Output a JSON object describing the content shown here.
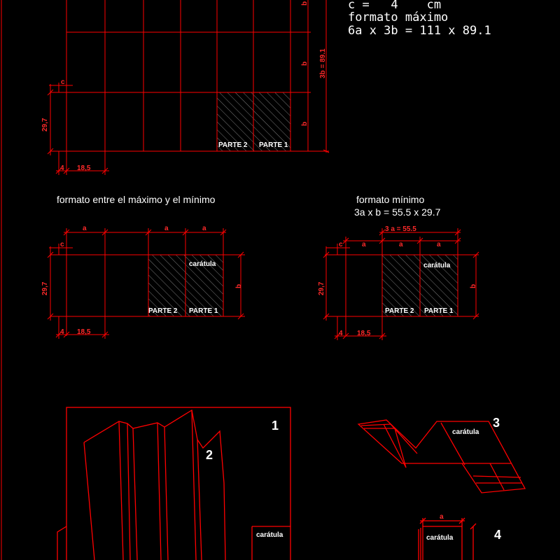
{
  "notes": {
    "line1": "c =   4    cm",
    "line2": "formato máximo",
    "line3": "6a x 3b = 111 x 89.1"
  },
  "headings": {
    "between": "formato entre el máximo y el mínimo",
    "minimum_title": "formato mínimo",
    "minimum_formula": "3a x b = 55.5 x 29.7"
  },
  "dims": {
    "a": "a",
    "b": "b",
    "c": "c",
    "h297": "29,7",
    "w185": "18,5",
    "four": "4",
    "three_b": "3b = 89.1",
    "three_a": "3 a = 55.5"
  },
  "labels": {
    "parte1": "PARTE 1",
    "parte2": "PARTE 2",
    "caratula": "carátula"
  },
  "steps": [
    "1",
    "2",
    "3",
    "4"
  ]
}
